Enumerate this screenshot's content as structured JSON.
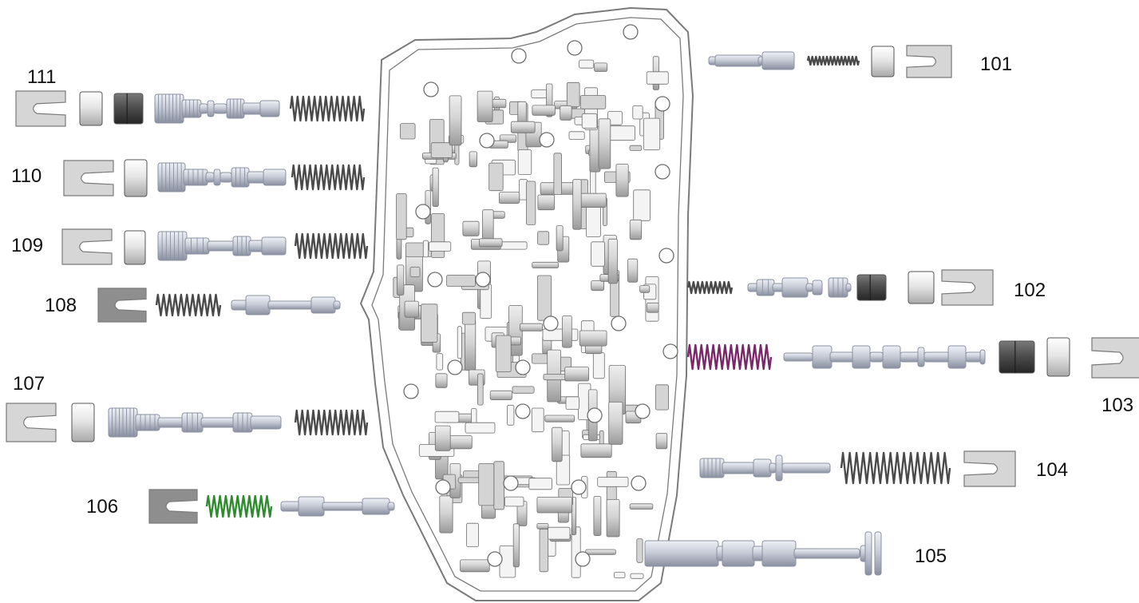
{
  "diagram": {
    "colors": {
      "background": "#ffffff",
      "valve_body_fill": "#ffffff",
      "valve_body_outline": "#7a7a7a",
      "pocket_fill": "#d4d4d4",
      "pocket_shadow": "#9a9a9a",
      "clip_fill": "#d6d6d6",
      "clip_dark_fill": "#8e8e8e",
      "plug_fill": "#e6e6e6",
      "plug_dark_fill": "#4e4e4e",
      "spool_fill": "#c9cdd8",
      "spool_light": "#eef0f6",
      "spool_shadow": "#8a90a0",
      "spring_default": "#4a4a4a",
      "spring_purple": "#7a2868",
      "spring_green": "#2e8c2e"
    },
    "callouts": [
      {
        "id": "c101",
        "label": "101"
      },
      {
        "id": "c102",
        "label": "102"
      },
      {
        "id": "c103",
        "label": "103"
      },
      {
        "id": "c104",
        "label": "104"
      },
      {
        "id": "c105",
        "label": "105"
      },
      {
        "id": "c106",
        "label": "106"
      },
      {
        "id": "c107",
        "label": "107"
      },
      {
        "id": "c108",
        "label": "108"
      },
      {
        "id": "c109",
        "label": "109"
      },
      {
        "id": "c110",
        "label": "110"
      },
      {
        "id": "c111",
        "label": "111"
      }
    ]
  }
}
